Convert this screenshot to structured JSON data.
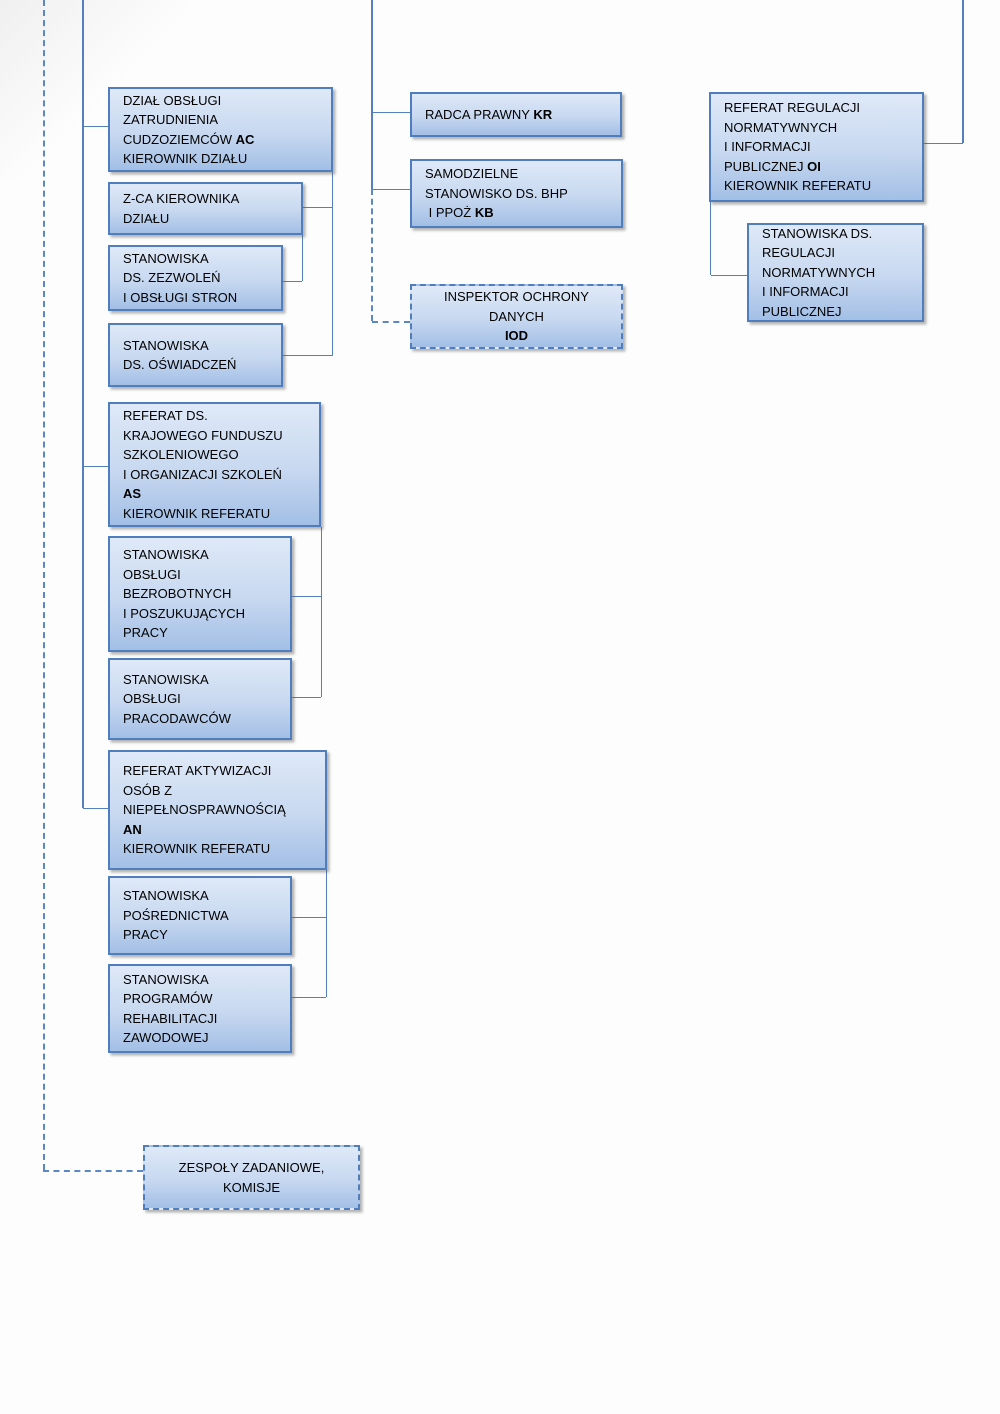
{
  "colors": {
    "box_border": "#4f7dbd",
    "box_fill_top": "#dfe9f8",
    "box_fill_bottom": "#a3bfe6",
    "connector": "#5580bd",
    "dashed_connector": "#5b87c6",
    "text": "#000000",
    "page_background": "#fdfdfd"
  },
  "org_chart": {
    "boxes": {
      "dzial_ac": {
        "lines": [
          [
            "DZIAŁ OBSŁUGI"
          ],
          [
            "ZATRUDNIENIA"
          ],
          [
            "CUDZOZIEMCÓW ",
            {
              "b": "AC"
            }
          ],
          [
            "KIEROWNIK DZIAŁU"
          ]
        ]
      },
      "zca": {
        "lines": [
          [
            "Z-CA KIEROWNIKA"
          ],
          [
            "DZIAŁU"
          ]
        ]
      },
      "zezwolen": {
        "lines": [
          [
            "STANOWISKA"
          ],
          [
            "DS. ZEZWOLEŃ"
          ],
          [
            "I OBSŁUGI STRON"
          ]
        ]
      },
      "oswiadczen": {
        "lines": [
          [
            "STANOWISKA"
          ],
          [
            "DS. OŚWIADCZEŃ"
          ]
        ]
      },
      "referat_as": {
        "lines": [
          [
            "REFERAT DS."
          ],
          [
            "KRAJOWEGO FUNDUSZU"
          ],
          [
            "SZKOLENIOWEGO"
          ],
          [
            "I ORGANIZACJI SZKOLEŃ"
          ],
          [
            {
              "b": "AS"
            }
          ],
          [
            "KIEROWNIK REFERATU"
          ]
        ]
      },
      "bezrobotni": {
        "lines": [
          [
            "STANOWISKA"
          ],
          [
            "OBSŁUGI"
          ],
          [
            "BEZROBOTNYCH"
          ],
          [
            "I POSZUKUJĄCYCH"
          ],
          [
            "PRACY"
          ]
        ]
      },
      "pracodawcy": {
        "lines": [
          [
            "STANOWISKA"
          ],
          [
            "OBSŁUGI"
          ],
          [
            "PRACODAWCÓW"
          ]
        ]
      },
      "referat_an": {
        "lines": [
          [
            "REFERAT AKTYWIZACJI"
          ],
          [
            "OSÓB Z"
          ],
          [
            "NIEPEŁNOSPRAWNOŚCIĄ"
          ],
          [
            {
              "b": "AN"
            }
          ],
          [
            "KIEROWNIK REFERATU"
          ]
        ]
      },
      "posrednictwa": {
        "lines": [
          [
            "STANOWISKA"
          ],
          [
            "POŚREDNICTWA"
          ],
          [
            "PRACY"
          ]
        ]
      },
      "rehabilitacji": {
        "lines": [
          [
            "STANOWISKA"
          ],
          [
            "PROGRAMÓW"
          ],
          [
            "REHABILITACJI"
          ],
          [
            "ZAWODOWEJ"
          ]
        ]
      },
      "zespoly": {
        "lines": [
          [
            "ZESPOŁY ZADANIOWE,"
          ],
          [
            "KOMISJE"
          ]
        ]
      },
      "radca": {
        "lines": [
          [
            "RADCA PRAWNY ",
            {
              "b": "KR"
            }
          ]
        ]
      },
      "bhp": {
        "lines": [
          [
            "SAMODZIELNE"
          ],
          [
            "STANOWISKO DS. BHP"
          ],
          [
            " I PPOŻ ",
            {
              "b": "KB"
            }
          ]
        ]
      },
      "iod": {
        "lines": [
          [
            "INSPEKTOR OCHRONY"
          ],
          [
            "DANYCH"
          ],
          [
            {
              "b": "IOD"
            }
          ]
        ]
      },
      "referat_oi": {
        "lines": [
          [
            "REFERAT REGULACJI"
          ],
          [
            "NORMATYWNYCH"
          ],
          [
            "I INFORMACJI"
          ],
          [
            "PUBLICZNEJ ",
            {
              "b": "OI"
            }
          ],
          [
            "KIEROWNIK REFERATU"
          ]
        ]
      },
      "stanowiska_oi": {
        "lines": [
          [
            "STANOWISKA DS."
          ],
          [
            "REGULACJI"
          ],
          [
            "NORMATYWNYCH"
          ],
          [
            "I INFORMACJI"
          ],
          [
            "PUBLICZNEJ"
          ]
        ]
      }
    }
  }
}
